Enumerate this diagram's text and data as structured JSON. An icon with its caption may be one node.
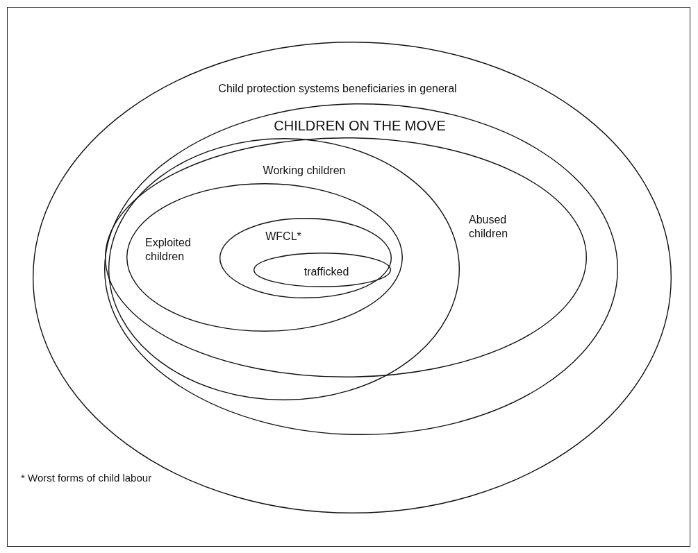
{
  "diagram": {
    "nodes": [
      {
        "text": [
          "Child protection systems beneficiaries in general"
        ]
      },
      {
        "text": [
          "CHILDREN ON THE MOVE"
        ],
        "in": 0
      },
      {
        "text": [
          "Working children"
        ],
        "in": 1
      },
      {
        "text": [
          "Abused children"
        ],
        "in": 1
      },
      {
        "text": [
          "Exploited children"
        ],
        "in": 2
      },
      {
        "text": [
          "WFCL*"
        ],
        "in": 4
      },
      {
        "text": [
          "trafficked"
        ],
        "in": 5
      }
    ],
    "edges": [],
    "labels": [
      "* Worst forms of child labour"
    ]
  }
}
